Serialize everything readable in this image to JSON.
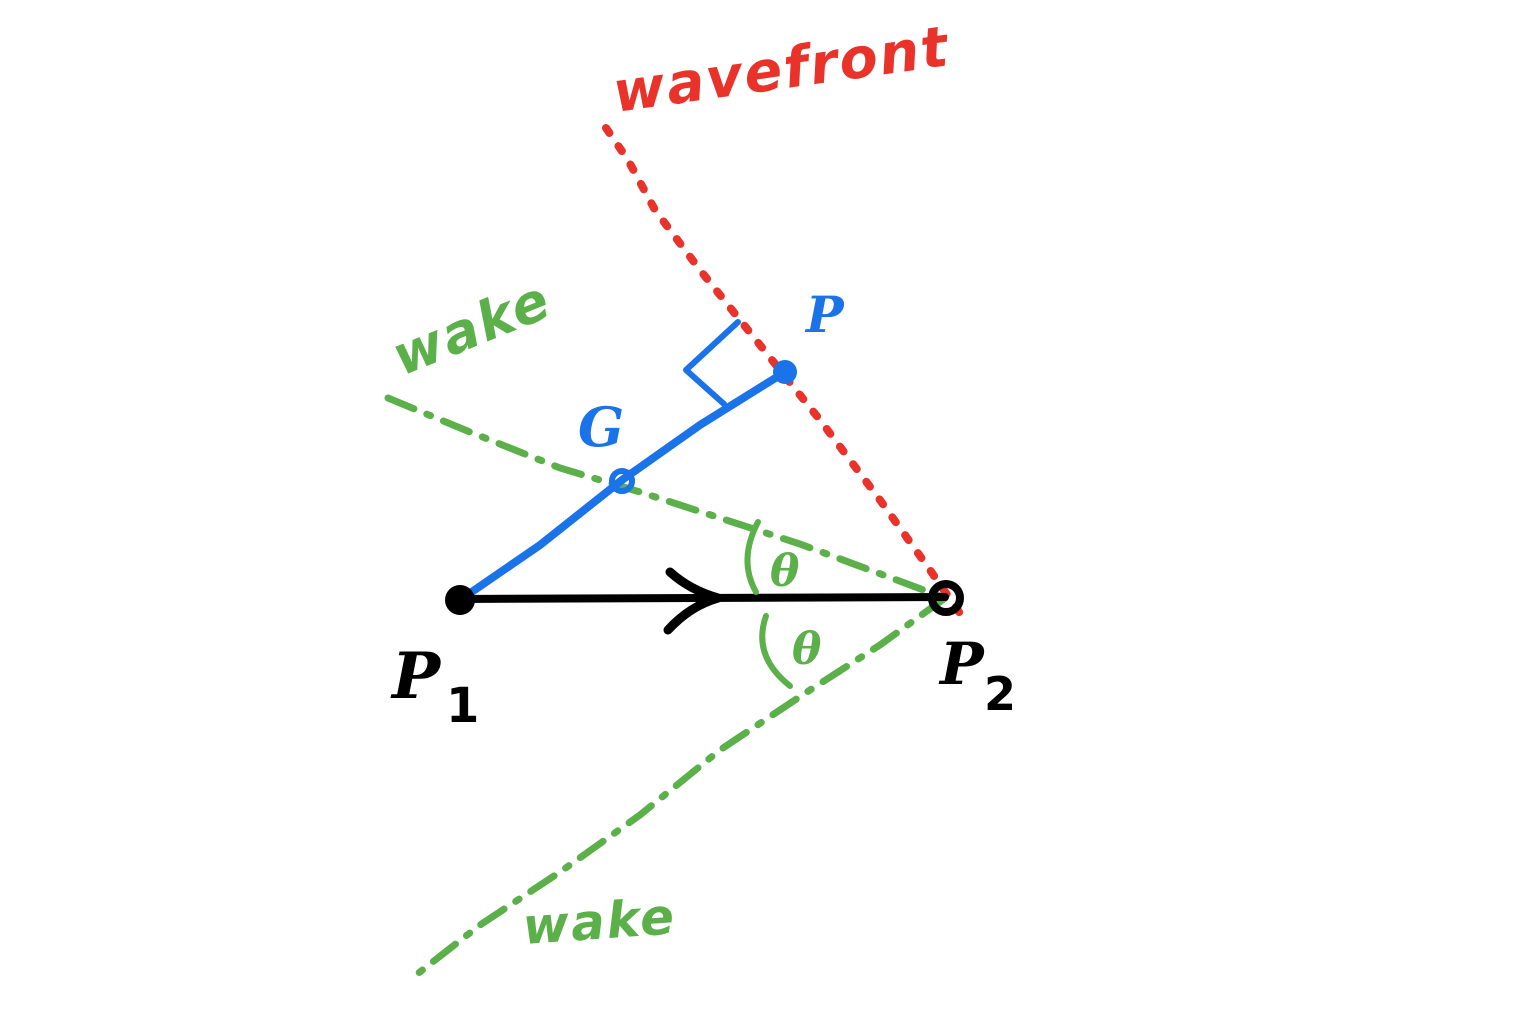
{
  "colors": {
    "background": "#ffffff",
    "wavefront": "#e8322a",
    "wake": "#5bb04a",
    "path": "#1a73e8",
    "motion": "#000000"
  },
  "labels": {
    "wavefront": "wavefront",
    "wake_upper": "wake",
    "wake_lower": "wake",
    "point_P": "P",
    "point_G": "G",
    "angle_upper": "θ",
    "angle_lower": "θ",
    "p1_letter": "P",
    "p1_subscript": "1",
    "p2_letter": "P",
    "p2_subscript": "2"
  }
}
